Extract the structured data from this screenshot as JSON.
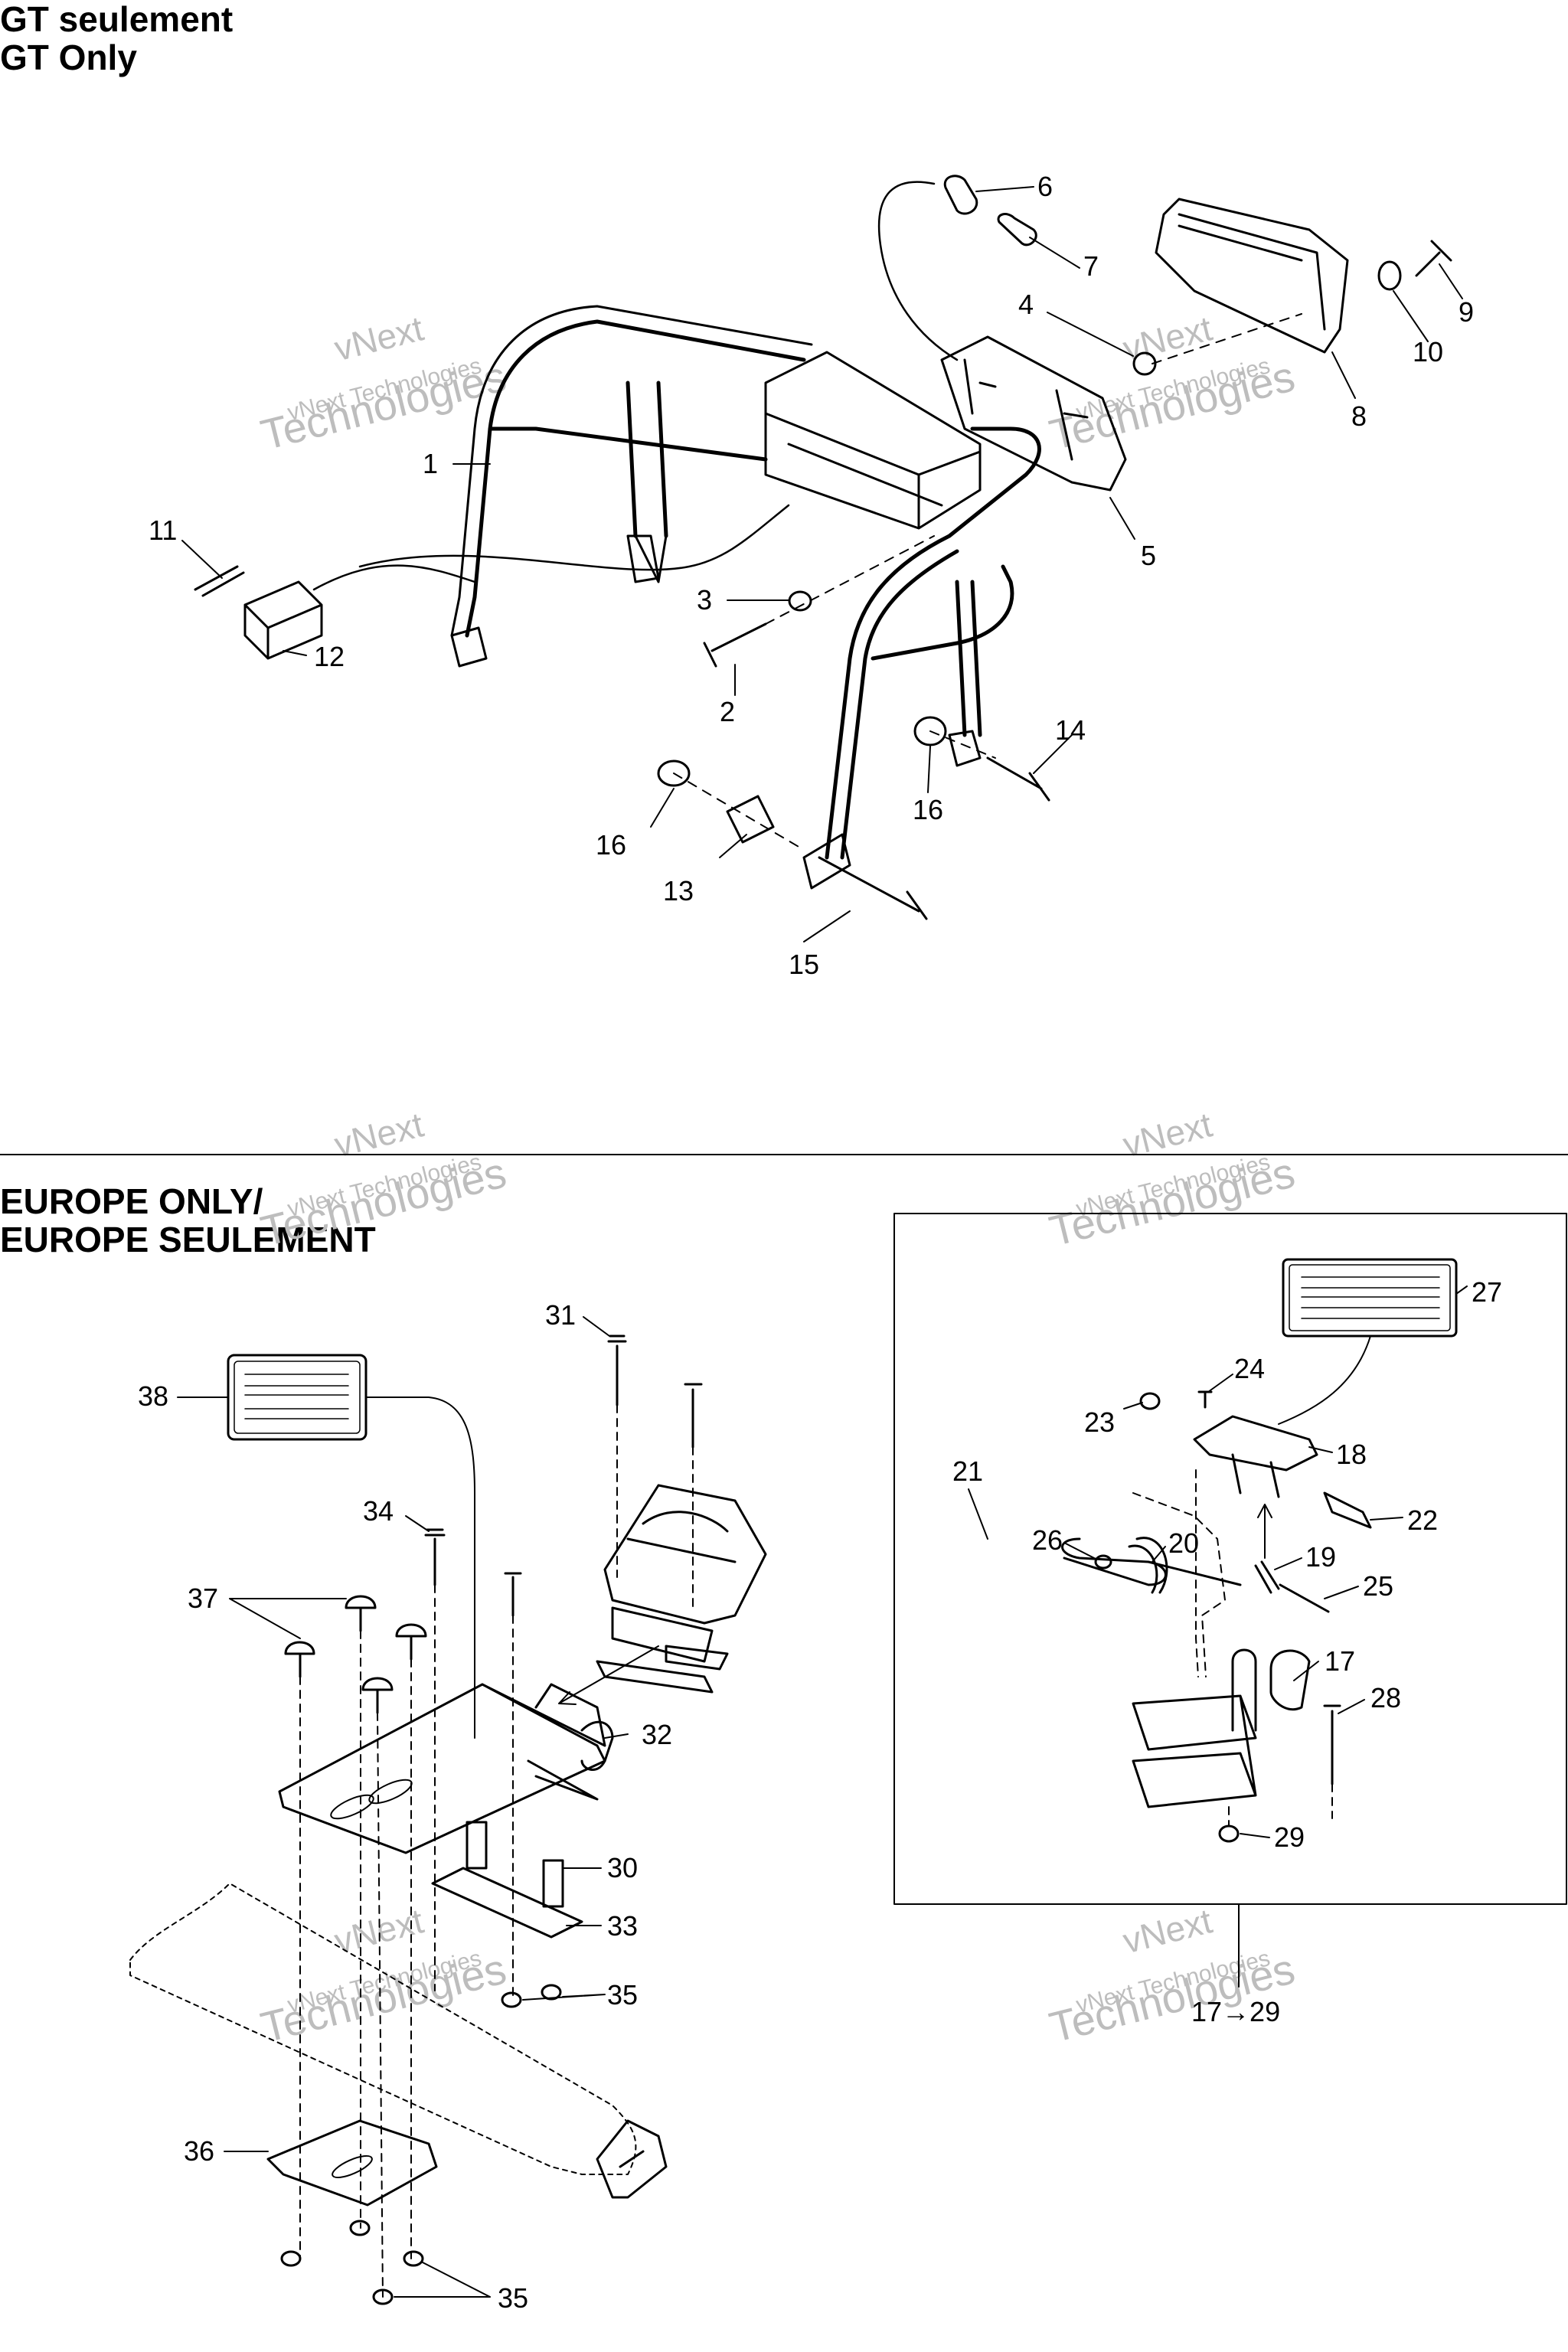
{
  "headings": {
    "top_fr": "GT seulement",
    "top_en": "GT Only",
    "europe_en": "EUROPE ONLY/",
    "europe_fr": "EUROPE SEULEMENT"
  },
  "watermark": {
    "line1": "vNext",
    "line2": "vNext Technologies",
    "line3": "Technologies"
  },
  "inset_range": "17→29",
  "callouts": {
    "c1": "1",
    "c2": "2",
    "c3": "3",
    "c4": "4",
    "c5": "5",
    "c6": "6",
    "c7": "7",
    "c8": "8",
    "c9": "9",
    "c10": "10",
    "c11": "11",
    "c12": "12",
    "c13": "13",
    "c14": "14",
    "c15": "15",
    "c16a": "16",
    "c16b": "16",
    "c17": "17",
    "c18": "18",
    "c19": "19",
    "c20": "20",
    "c21": "21",
    "c22": "22",
    "c23": "23",
    "c24": "24",
    "c25": "25",
    "c26": "26",
    "c27": "27",
    "c28": "28",
    "c29": "29",
    "c30": "30",
    "c31": "31",
    "c32": "32",
    "c33": "33",
    "c34": "34",
    "c35a": "35",
    "c35b": "35",
    "c36": "36",
    "c37": "37",
    "c38": "38"
  },
  "colors": {
    "line": "#000000",
    "watermark": "#bdbdbd",
    "background": "#ffffff"
  }
}
